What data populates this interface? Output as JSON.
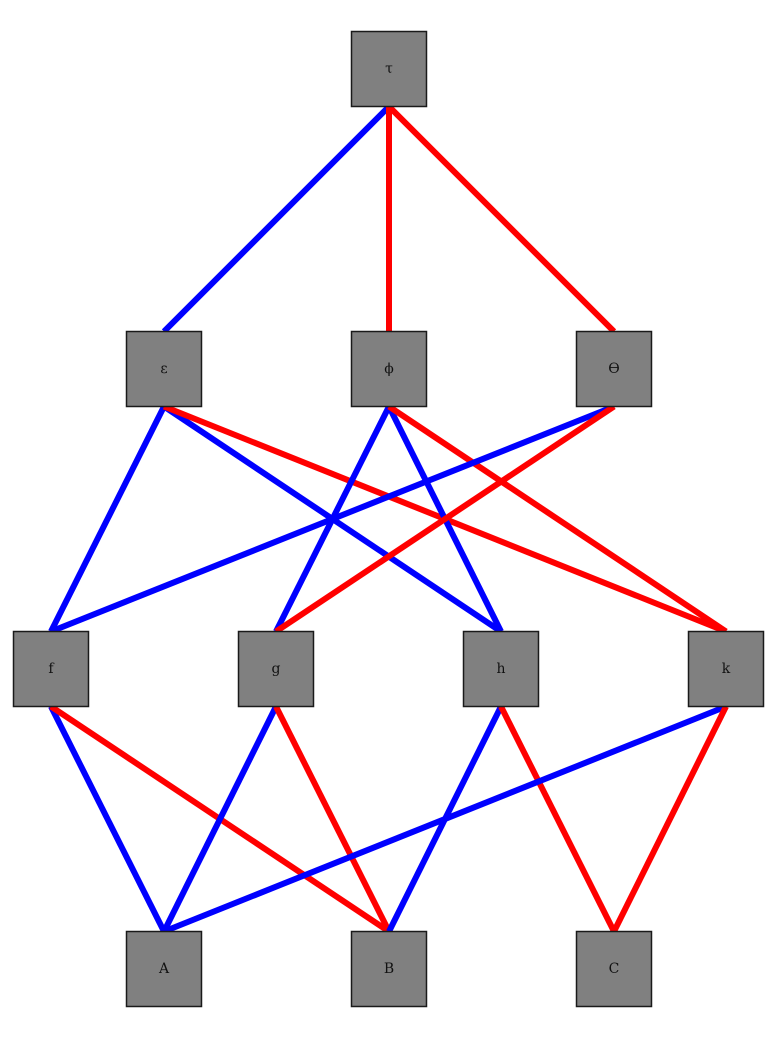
{
  "colors": {
    "blue_edge": "#0000ff",
    "red_edge": "#ff0000",
    "node_fill": "#808080"
  },
  "nodes": [
    {
      "id": "tau",
      "label": "τ"
    },
    {
      "id": "epsilon",
      "label": "ε"
    },
    {
      "id": "phi",
      "label": "ϕ"
    },
    {
      "id": "theta",
      "label": "ϴ"
    },
    {
      "id": "f",
      "label": "f"
    },
    {
      "id": "g",
      "label": "g"
    },
    {
      "id": "h",
      "label": "h"
    },
    {
      "id": "k",
      "label": "k"
    },
    {
      "id": "A",
      "label": "A"
    },
    {
      "id": "B",
      "label": "B"
    },
    {
      "id": "C",
      "label": "C"
    }
  ],
  "edges": [
    {
      "from": "tau",
      "to": "epsilon",
      "color": "blue"
    },
    {
      "from": "tau",
      "to": "phi",
      "color": "red"
    },
    {
      "from": "tau",
      "to": "theta",
      "color": "red"
    },
    {
      "from": "epsilon",
      "to": "f",
      "color": "blue"
    },
    {
      "from": "epsilon",
      "to": "h",
      "color": "blue"
    },
    {
      "from": "epsilon",
      "to": "k",
      "color": "red"
    },
    {
      "from": "phi",
      "to": "g",
      "color": "blue"
    },
    {
      "from": "phi",
      "to": "h",
      "color": "blue"
    },
    {
      "from": "phi",
      "to": "k",
      "color": "red"
    },
    {
      "from": "theta",
      "to": "f",
      "color": "blue"
    },
    {
      "from": "theta",
      "to": "g",
      "color": "red"
    },
    {
      "from": "f",
      "to": "A",
      "color": "blue"
    },
    {
      "from": "f",
      "to": "B",
      "color": "red"
    },
    {
      "from": "g",
      "to": "A",
      "color": "blue"
    },
    {
      "from": "g",
      "to": "B",
      "color": "red"
    },
    {
      "from": "h",
      "to": "B",
      "color": "blue"
    },
    {
      "from": "h",
      "to": "C",
      "color": "red"
    },
    {
      "from": "k",
      "to": "A",
      "color": "blue"
    },
    {
      "from": "k",
      "to": "C",
      "color": "red"
    }
  ]
}
